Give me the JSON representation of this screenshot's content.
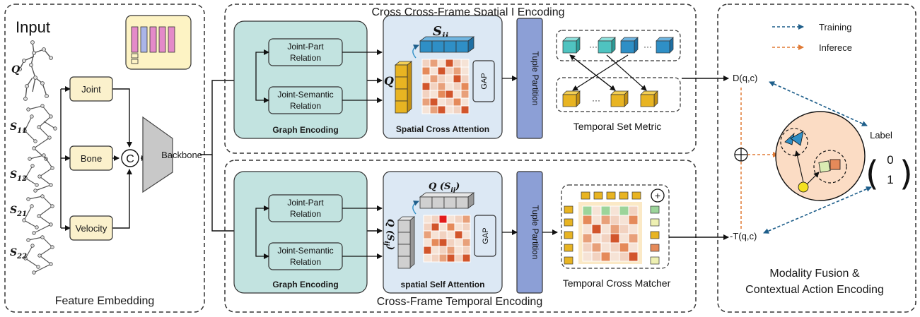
{
  "panels": {
    "input": {
      "title": "Input",
      "footer": "Feature Embedding"
    },
    "spatial": {
      "title": "Cross Cross-Frame Spatial I Encoding"
    },
    "temporal": {
      "title": "Cross-Frame Temporal Encoding"
    },
    "fusion": {
      "footer_line1": "Modality Fusion &",
      "footer_line2": "Contextual Action Encoding"
    }
  },
  "skeleton_labels": [
    "Q",
    "S11",
    "S12",
    "S21",
    "S22"
  ],
  "modality": {
    "joint": "Joint",
    "bone": "Bone",
    "velocity": "Velocity",
    "concat": "C"
  },
  "backbone": "Backbone",
  "relations": {
    "joint_part_1": "Joint-Part",
    "joint_part_2": "Relation",
    "joint_sem_1": "Joint-Semantic",
    "joint_sem_2": "Relation"
  },
  "graph_encoding": "Graph Encoding",
  "spatial_cross": {
    "title": "Spatial Cross Attention",
    "s_label": "S",
    "s_sub": "ij",
    "q_label": "Q",
    "gap": "GAP"
  },
  "spatial_self": {
    "title": "spatial Self Attention",
    "top_label": "Q (S",
    "top_sub": "ij",
    "top_end": ")",
    "side_label": "Q (S",
    "side_sub": "ij",
    "side_end": ")",
    "gap": "GAP"
  },
  "tuple_partition": "Tuple Partition",
  "temporal_set_metric": "Temporal Set Metric",
  "temporal_cross_matcher": "Temporal Cross Matcher",
  "legend": {
    "training": "Training",
    "inference": "Inferece"
  },
  "fusion_labels": {
    "d": "D(q,c)",
    "t": "T(q,c)",
    "label": "Label",
    "vec_top": "0",
    "vec_bottom": "1",
    "plus": "⊕"
  },
  "colors": {
    "panel_border": "#333333",
    "modality_fill": "#fbf1cc",
    "graph_fill": "#c2e3e0",
    "attention_fill": "#dce8f4",
    "tuple_fill": "#8c9fd6",
    "backbone_fill": "#c8c8c8",
    "cube_yellow": "#e8b422",
    "cube_blue": "#2f8fc6",
    "cube_teal": "#4fc3c0",
    "training_arrow": "#1f5f8b",
    "inference_arrow": "#e07a35",
    "fusion_circle": "#fbdcc4"
  }
}
